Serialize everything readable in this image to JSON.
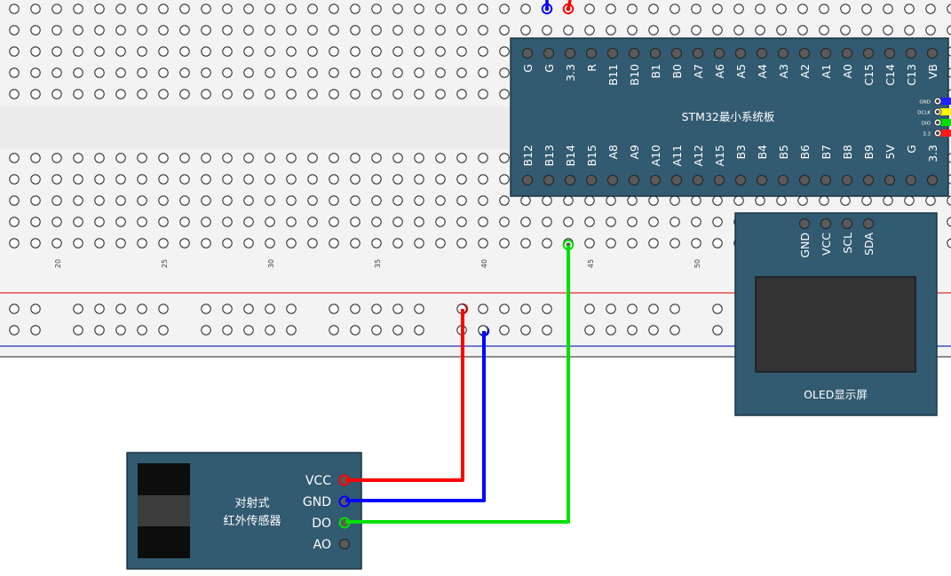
{
  "breadboard": {
    "column_numbers": [
      "20",
      "25",
      "30",
      "35",
      "40",
      "45",
      "50"
    ]
  },
  "stm32": {
    "title": "STM32最小系统板",
    "top_pins": [
      "G",
      "G",
      "3.3",
      "R",
      "B11",
      "B10",
      "B1",
      "B0",
      "A7",
      "A6",
      "A5",
      "A4",
      "A3",
      "A2",
      "A1",
      "A0",
      "C15",
      "C14",
      "C13",
      "VB"
    ],
    "bottom_pins": [
      "B12",
      "B13",
      "B14",
      "B15",
      "A8",
      "A9",
      "A10",
      "A11",
      "A12",
      "A15",
      "B3",
      "B4",
      "B5",
      "B6",
      "B7",
      "B8",
      "B9",
      "5V",
      "G",
      "3.3"
    ],
    "side_pins": [
      {
        "label": "GND",
        "color": "#1f1fff"
      },
      {
        "label": "DCLK",
        "color": "#ffff00"
      },
      {
        "label": "DIO",
        "color": "#00e000"
      },
      {
        "label": "3.3",
        "color": "#ff1a1a"
      }
    ]
  },
  "oled": {
    "title": "OLED显示屏",
    "pins": [
      "GND",
      "VCC",
      "SCL",
      "SDA"
    ]
  },
  "sensor": {
    "name_line1": "对射式",
    "name_line2": "红外传感器",
    "pins": [
      "VCC",
      "GND",
      "DO",
      "AO"
    ]
  },
  "colors": {
    "board": "#325a71",
    "wire_red": "#ff0000",
    "wire_blue": "#0000ff",
    "wire_green": "#00e000",
    "rail_red": "#e03030",
    "rail_blue": "#2030c0"
  }
}
